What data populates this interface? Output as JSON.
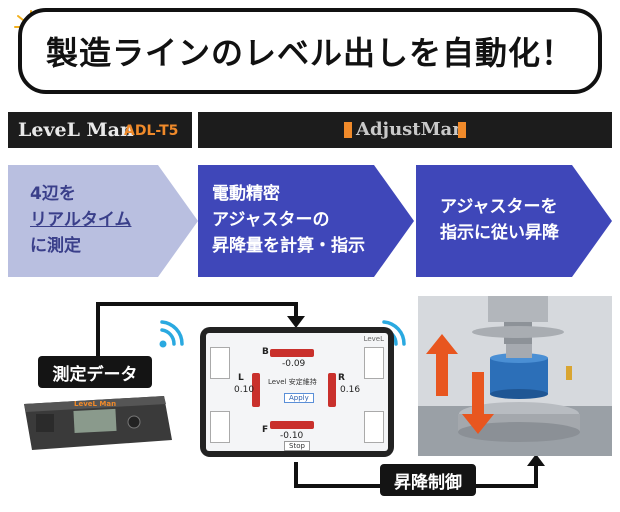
{
  "title": "製造ラインのレベル出しを自動化！",
  "brands": {
    "left_logo": "LeveL Man",
    "left_model": "ADL-T5",
    "right_logo": "AdjustMan"
  },
  "steps": [
    {
      "line1": "4辺を",
      "line2": "リアルタイム",
      "line3": "に測定"
    },
    {
      "line1": "電動精密",
      "line2": "アジャスターの",
      "line3": "昇降量を計算・指示"
    },
    {
      "line1": "アジャスターを",
      "line2": "指示に従い昇降"
    }
  ],
  "labels": {
    "measure_data": "測定データ",
    "lift_control": "昇降制御"
  },
  "tablet": {
    "header_right": "LeveL",
    "b_label": "B",
    "b_value": "-0.09",
    "l_label": "L",
    "l_value": "0.10",
    "r_label": "R",
    "r_value": "0.16",
    "f_label": "F",
    "f_value": "-0.10",
    "status": "Level 安定維持",
    "center_tag": "Apply",
    "stop": "Stop"
  },
  "device": {
    "brand": "LeveL Man"
  },
  "colors": {
    "chevron_light": "#b9bfe0",
    "chevron_blue": "#3f47b9",
    "brand_orange": "#f08a2a",
    "wifi": "#2aa9e0",
    "arrow": "#e8561f"
  }
}
